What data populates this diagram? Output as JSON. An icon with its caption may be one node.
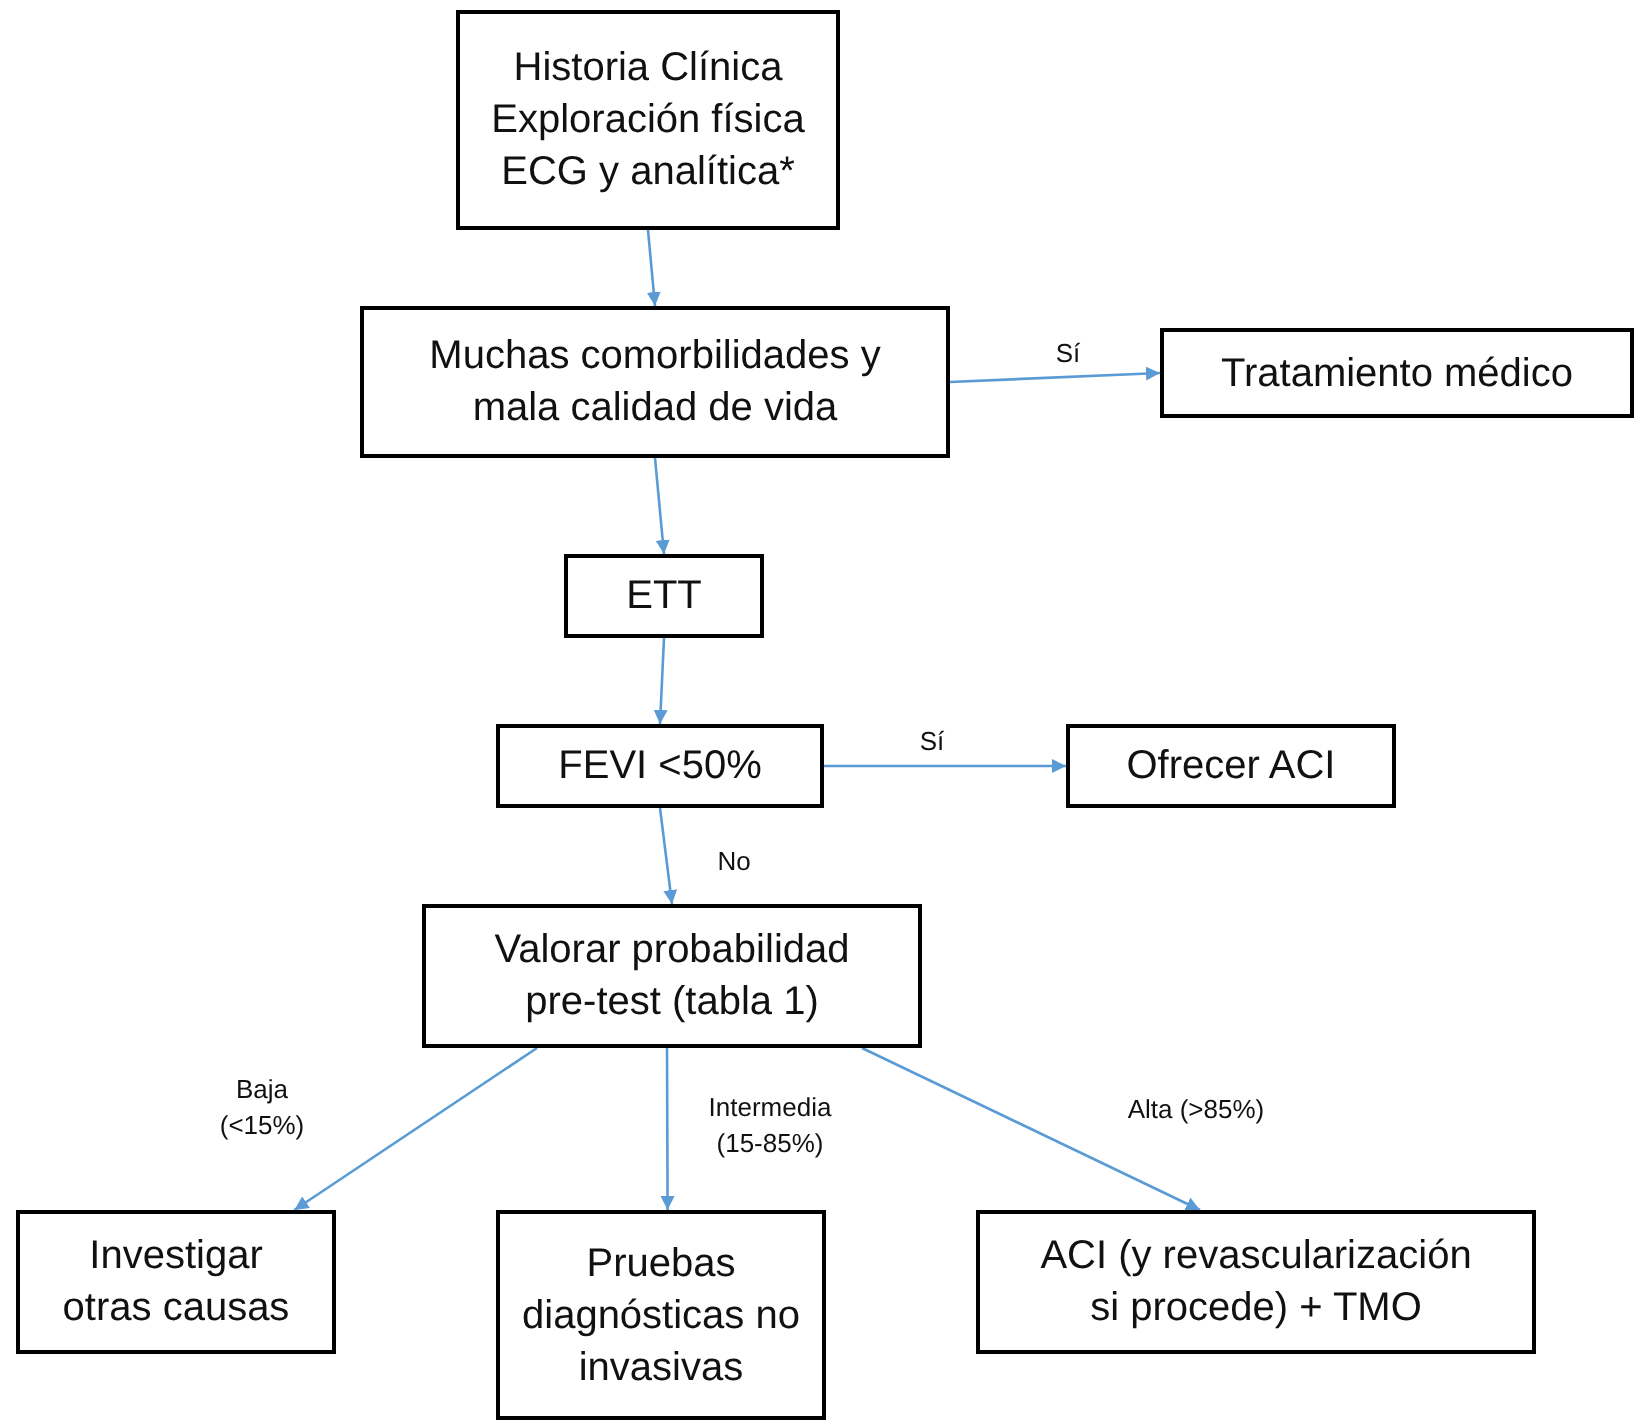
{
  "diagram": {
    "nodes": [
      {
        "text": [
          "Historia Clínica",
          "Exploración física",
          "ECG y analítica*"
        ]
      },
      {
        "text": [
          "Muchas comorbilidades y mala calidad de vida"
        ]
      },
      {
        "text": [
          "Tratamiento médico"
        ]
      },
      {
        "text": [
          "ETT"
        ]
      },
      {
        "text": [
          "FEVI <50%"
        ]
      },
      {
        "text": [
          "Ofrecer ACI"
        ]
      },
      {
        "text": [
          "Valorar probabilidad pre-test (tabla 1)"
        ]
      },
      {
        "text": [
          "Investigar otras causas"
        ]
      },
      {
        "text": [
          "Pruebas diagnósticas no invasivas"
        ]
      },
      {
        "text": [
          "ACI (y revascularización si procede) + TMO"
        ]
      }
    ],
    "edges": [
      {
        "from": 0,
        "to": 1,
        "arrow": "to"
      },
      {
        "from": 1,
        "to": 2,
        "arrow": "to",
        "label": "Sí"
      },
      {
        "from": 1,
        "to": 3,
        "arrow": "to"
      },
      {
        "from": 3,
        "to": 4,
        "arrow": "to"
      },
      {
        "from": 4,
        "to": 5,
        "arrow": "to",
        "label": "Sí"
      },
      {
        "from": 4,
        "to": 6,
        "arrow": "to",
        "label": "No"
      },
      {
        "from": 6,
        "to": 7,
        "arrow": "to",
        "label": "Baja (<15%)"
      },
      {
        "from": 6,
        "to": 8,
        "arrow": "to",
        "label": "Intermedia (15-85%)"
      },
      {
        "from": 6,
        "to": 9,
        "arrow": "to",
        "label": "Alta (>85%)"
      }
    ]
  }
}
